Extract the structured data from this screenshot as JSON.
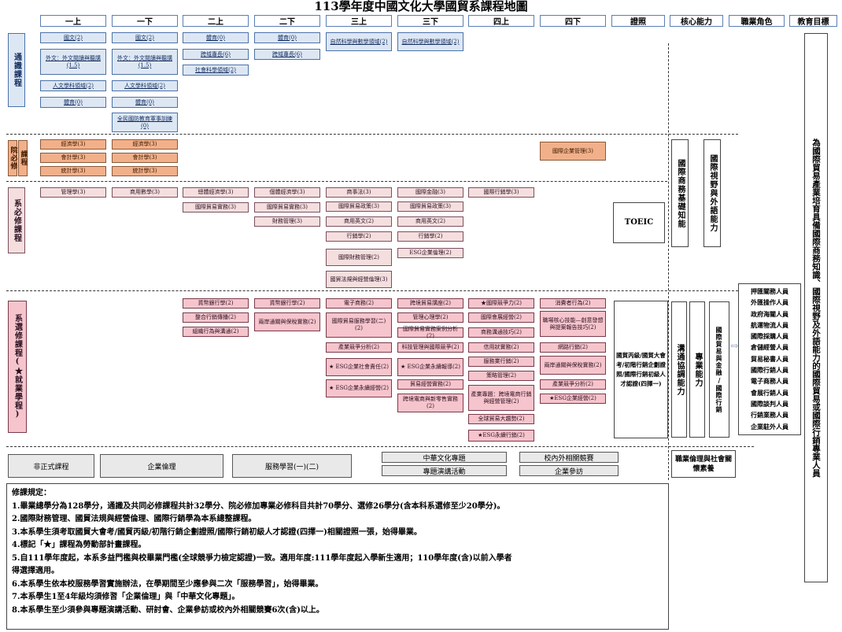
{
  "title": "113學年度中國文化大學國貿系課程地圖",
  "columns": [
    "一上",
    "一下",
    "二上",
    "二下",
    "三上",
    "三下",
    "四上",
    "四下",
    "證照",
    "核心能力",
    "職業角色",
    "教育目標"
  ],
  "sections": {
    "general": "通識課程",
    "college": "院必修",
    "college_sub": "課程",
    "required": "系必修課程",
    "elective": "系選修課程(★就業學程)"
  },
  "general": {
    "c1": [
      "國文(2)",
      "外文：外文閱讀與聽講(1.5)",
      "人文學科領域(2)",
      "體育(0)"
    ],
    "c2": [
      "國文(2)",
      "外文：外文閱讀與聽講(1.5)",
      "人文學科領域(2)",
      "體育(0)",
      "全民國防教育軍事訓練(0)"
    ],
    "c3": [
      "體育(0)",
      "跨域專長(6)",
      "社會科學領域(2)"
    ],
    "c4": [
      "體育(0)",
      "跨域專長(6)"
    ],
    "c5": [
      "自然科學與數學領域(2)"
    ],
    "c6": [
      "自然科學與數學領域(2)"
    ]
  },
  "college": {
    "c1": [
      "經濟學(3)",
      "會計學(3)",
      "統計學(3)"
    ],
    "c2": [
      "經濟學(3)",
      "會計學(3)",
      "統計學(3)"
    ],
    "c8": [
      "國際企業管理(3)"
    ]
  },
  "required": {
    "c1": [
      "管理學(3)"
    ],
    "c2": [
      "商用數學(3)"
    ],
    "c3": [
      "總體經濟學(3)",
      "國際貿易實務(3)"
    ],
    "c4": [
      "個體經濟學(3)",
      "國際貿易實務(3)",
      "財務管理(3)"
    ],
    "c5": [
      "商事法(3)",
      "國際貿易政策(3)",
      "商用英文(2)",
      "行銷學(2)",
      "國際財務管理(2)",
      "國貿法規與經營倫理(3)"
    ],
    "c6": [
      "國際金融(3)",
      "國際貿易政策(3)",
      "商用英文(2)",
      "行銷學(2)",
      "ESG企業倫理(2)"
    ],
    "c7": [
      "國際行銷學(3)"
    ]
  },
  "cert_toeic": "TOEIC",
  "core_top": [
    "國際商務基礎知能",
    "國際視野與外語能力"
  ],
  "elective": {
    "c3": [
      "貨幣銀行學(2)",
      "整合行銷傳播(2)",
      "組織行為與溝通(2)"
    ],
    "c4": [
      "貨幣銀行學(2)",
      "兩岸通關與保稅實務(2)"
    ],
    "c5": [
      "電子商務(2)",
      "國際貿易服務學習(二)(2)",
      "產業競爭分析(2)",
      "★ ESG企業社會責任(2)",
      "★ ESG企業永續經營(2)"
    ],
    "c6": [
      "跨境貿易講座(2)",
      "管理心理學(2)",
      "國際貿易實務案例分析(2)",
      "科技管理與國際競爭(2)",
      "★ ESG企業永續報導(2)",
      "貿易經營實務(2)",
      "跨境電商與新零售實務(2)"
    ],
    "c7": [
      "★國際競爭力(2)",
      "國際會展經營(2)",
      "商務溝通技巧(2)",
      "信用狀實務(2)",
      "服務業行銷(2)",
      "策略管理(2)",
      "產業專題：跨境電商行銷與經營管理(2)",
      "全球貿易大趨勢(2)",
      "★ESG永續行銷(2)"
    ],
    "c8": [
      "消費者行為(2)",
      "職場核心技能—創意發想與提案報告技巧(2)",
      "網路行銷(2)",
      "兩岸通關與保稅實務(2)",
      "產業競爭分析(2)",
      "★ESG企業經營(2)"
    ]
  },
  "cert_elective": "國貿丙級/國貿大會考/初階行銷企劃證照/國際行銷初級人才認證(四擇一)",
  "core_bottom": [
    "溝通協調能力",
    "專業能力",
    "國際貿易與金融/國際行銷"
  ],
  "roles": [
    "押匯關務人員",
    "外匯操作人員",
    "政府海關人員",
    "航運物流人員",
    "國際採購人員",
    "倉儲經營人員",
    "貿易秘書人員",
    "國際行銷人員",
    "電子商務人員",
    "會展行銷人員",
    "國際談判人員",
    "行銷業務人員",
    "企業駐外人員"
  ],
  "goal": "為國際貿易產業培育具備國際商務知識、國際視野及外語能力的國際貿易或國際行銷專業人員",
  "informal": [
    "非正式課程",
    "企業倫理",
    "服務學習(一)(二)",
    "中華文化專題",
    "專題演講活動",
    "校內外相關競賽",
    "企業參訪"
  ],
  "informal_core": "職業倫理與社會關懷素養",
  "rules": [
    "修課規定：",
    "1.畢業總學分為128學分，通識及共同必修課程共計32學分、院必修加專業必修科目共計70學分、選修26學分(含本科系選修至少20學分)。",
    "2.國際財務管理、國貿法規與經營倫理、國際行銷學為本系總整課程。",
    "3.本系學生須考取國貿大會考/國貿丙級/初階行銷企劃證照/國際行銷初級人才認證(四擇一)相關證照一張，始得畢業。",
    "4.標記「★」課程為勞動部計畫課程。",
    "5.自111學年度起，本系多益門檻與校畢業門檻(全球競爭力檢定認證)一致。適用年度:111學年度起入學新生適用；110學年度(含)以前入學者",
    "得選擇適用。",
    "6.本系學生依本校服務學習實施辦法，在學期間至少應參與二次「服務學習」，始得畢業。",
    "7.本系學生1至4年級均須修習「企業倫理」與「中華文化專題」。",
    "8.本系學生至少須參與專題演講活動、研討會、企業參訪或校內外相關競賽6次(含)以上。"
  ]
}
